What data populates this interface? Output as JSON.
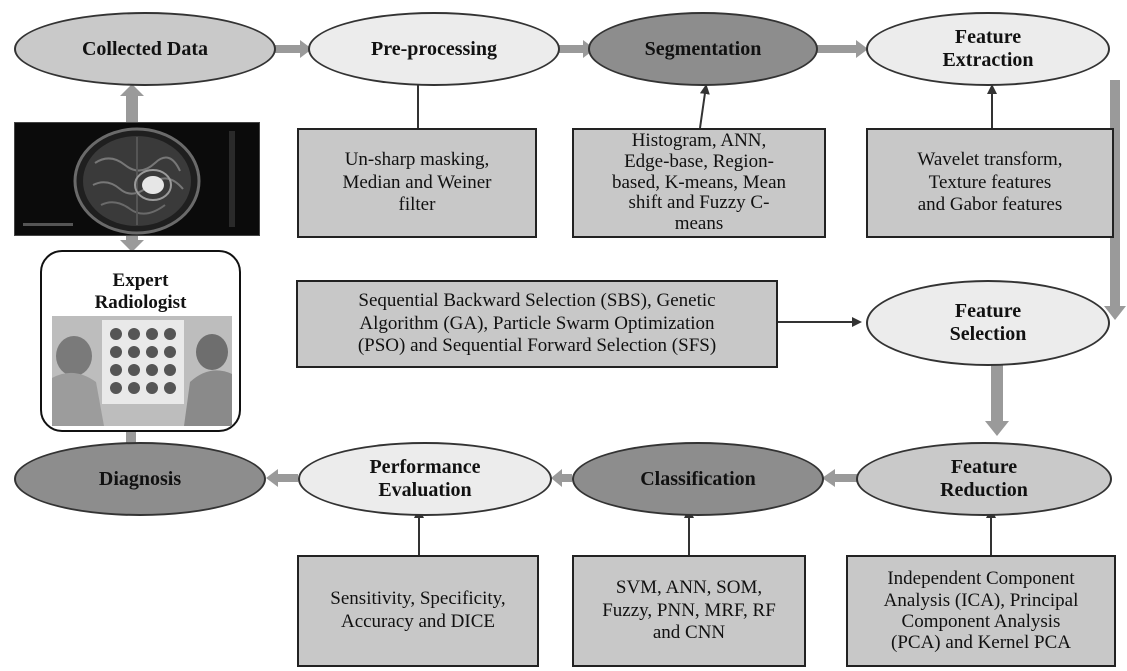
{
  "nodes": {
    "collected_data": "Collected Data",
    "preprocessing": "Pre-processing",
    "segmentation": "Segmentation",
    "feature_extraction": [
      "Feature",
      "Extraction"
    ],
    "feature_selection": [
      "Feature",
      "Selection"
    ],
    "feature_reduction": [
      "Feature",
      "Reduction"
    ],
    "classification": "Classification",
    "performance_evaluation": [
      "Performance",
      "Evaluation"
    ],
    "diagnosis": "Diagnosis",
    "expert_radiologist": [
      "Expert",
      "Radiologist"
    ]
  },
  "methods": {
    "preprocessing": [
      "Un-sharp masking,",
      "Median and Weiner",
      "filter"
    ],
    "segmentation": [
      "Histogram, ANN,",
      "Edge-base, Region-",
      "based, K-means, Mean",
      "shift and Fuzzy C-",
      "means"
    ],
    "feature_extraction": [
      "Wavelet transform,",
      "Texture features",
      "and Gabor features"
    ],
    "feature_selection": [
      "Sequential Backward Selection (SBS), Genetic",
      "Algorithm (GA), Particle Swarm Optimization",
      "(PSO) and Sequential Forward Selection (SFS)"
    ],
    "feature_reduction": [
      "Independent Component",
      "Analysis (ICA), Principal",
      "Component Analysis",
      "(PCA) and Kernel PCA"
    ],
    "classification": [
      "SVM, ANN, SOM,",
      "Fuzzy, PNN, MRF, RF",
      "and CNN"
    ],
    "performance_evaluation": [
      "Sensitivity, Specificity,",
      "Accuracy and DICE"
    ]
  },
  "colors": {
    "light": "#ececec",
    "mid": "#c9c9c9",
    "dark": "#8d8d8d",
    "box": "#c8c8c8",
    "thick_arrow": "#9a9a9a"
  },
  "images": {
    "mri_scan": "brain MRI slice with bright tumor region",
    "radiologists_photo": "two radiologists reviewing MRI films"
  }
}
